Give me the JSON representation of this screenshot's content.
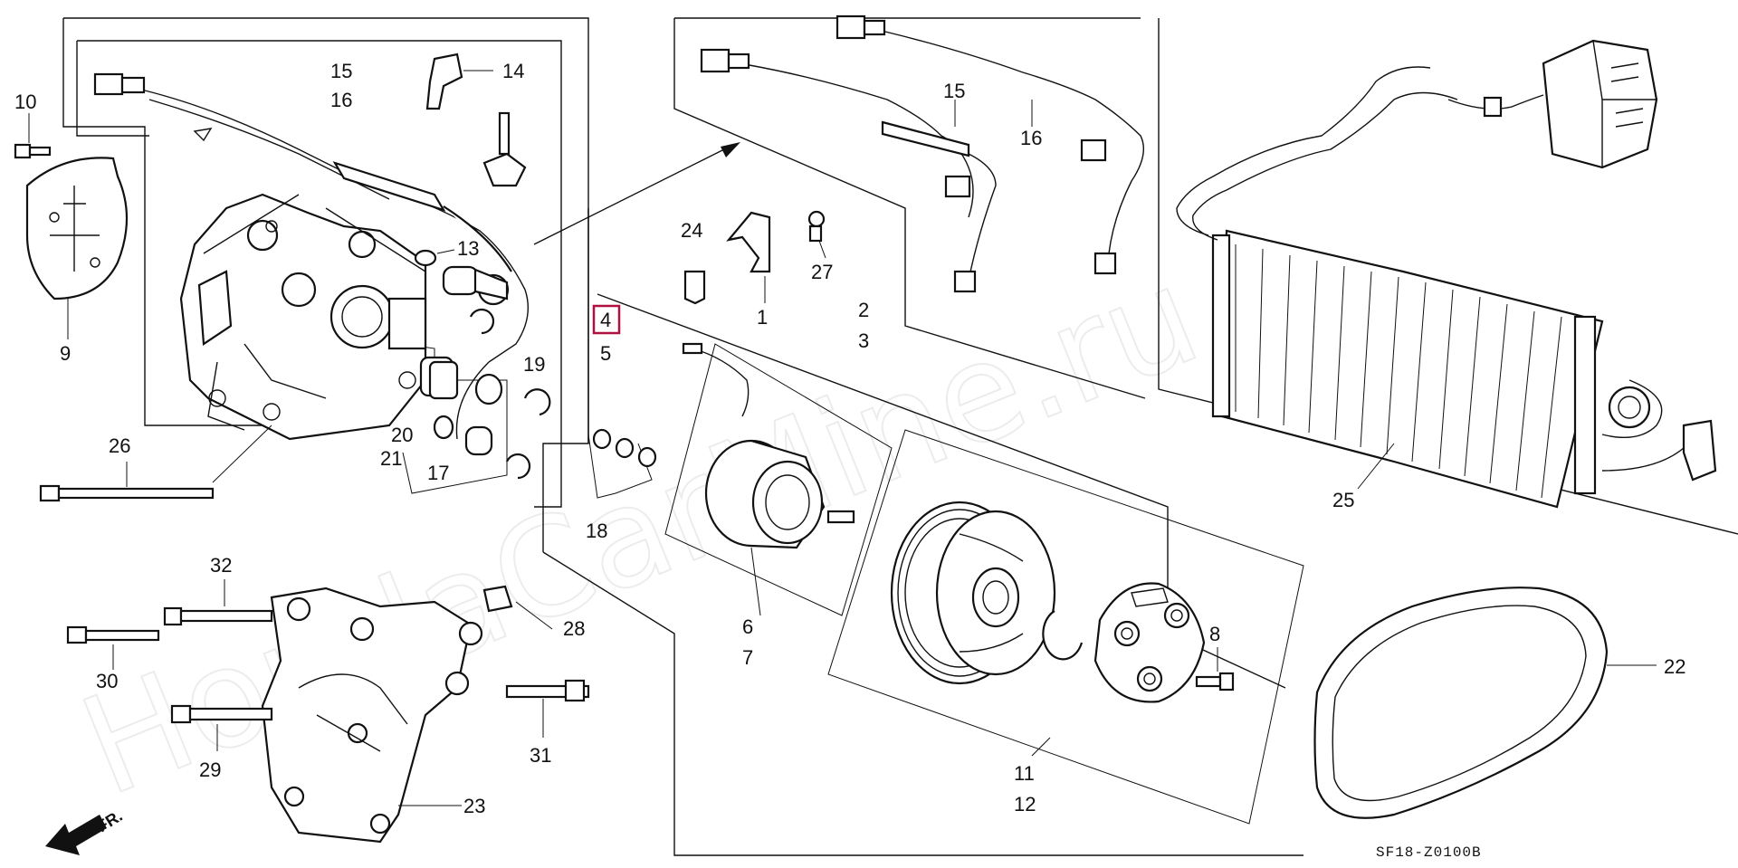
{
  "diagram": {
    "drawing_code": "SF18-Z0100B",
    "watermark": "HondaCarMine.ru",
    "direction_label": "FR.",
    "highlighted_part": "4",
    "colors": {
      "highlight": "#b01040",
      "line": "#111111",
      "watermark": "#ececec"
    },
    "callouts": {
      "p1": "1",
      "p2": "2",
      "p3": "3",
      "p4": "4",
      "p5": "5",
      "p6": "6",
      "p7": "7",
      "p8": "8",
      "p9": "9",
      "p10": "10",
      "p11": "11",
      "p12": "12",
      "p13": "13",
      "p14": "14",
      "p15a": "15",
      "p15b": "15",
      "p16a": "16",
      "p16b": "16",
      "p17": "17",
      "p18": "18",
      "p19": "19",
      "p20": "20",
      "p21": "21",
      "p22": "22",
      "p23": "23",
      "p24": "24",
      "p25": "25",
      "p26": "26",
      "p27": "27",
      "p28": "28",
      "p29": "29",
      "p30": "30",
      "p31": "31",
      "p32": "32"
    }
  }
}
